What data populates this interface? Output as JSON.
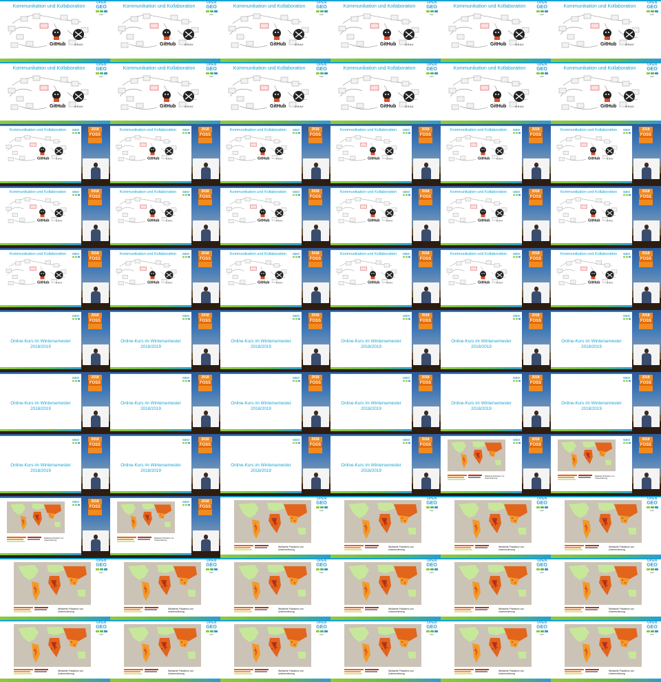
{
  "title_collab": "Kommunikation und Kollaboration",
  "title_online_line1": "Online-Kurs im Wintersemester",
  "title_online_line2": "2018/2019",
  "logo": {
    "open": "OPEN",
    "geo": "GEO",
    "sub": "Hub"
  },
  "foss": {
    "year": "2018",
    "word": "FOSS"
  },
  "github_label": "GitHub",
  "grav_label": "GRAV",
  "map_caption": "Weltweite Prävalenz von Unterernährung",
  "tile_sequence": [
    "slide-collab",
    "slide-collab",
    "slide-collab",
    "slide-collab",
    "slide-collab",
    "slide-collab",
    "slide-collab",
    "slide-collab",
    "slide-collab",
    "slide-collab",
    "slide-collab",
    "slide-collab",
    "video-collab",
    "video-collab",
    "video-collab",
    "video-collab",
    "video-collab",
    "video-collab",
    "video-collab",
    "video-collab",
    "video-collab",
    "video-collab",
    "video-collab",
    "video-collab",
    "video-collab",
    "video-collab",
    "video-collab",
    "video-collab",
    "video-collab",
    "video-collab",
    "video-online",
    "video-online",
    "video-online",
    "video-online",
    "video-online",
    "video-online",
    "video-online",
    "video-online",
    "video-online",
    "video-online",
    "video-online",
    "video-online",
    "video-online",
    "video-online",
    "video-online",
    "video-online",
    "video-map",
    "video-map",
    "video-map",
    "video-map",
    "slide-map",
    "slide-map",
    "slide-map",
    "slide-map",
    "slide-map",
    "slide-map",
    "slide-map",
    "slide-map",
    "slide-map",
    "slide-map",
    "slide-map",
    "slide-map",
    "slide-map",
    "slide-map",
    "slide-map",
    "slide-map"
  ],
  "colors": {
    "accent": "#12a3d6",
    "foss_orange": "#f28a1e",
    "map_high": "#e3641b",
    "map_mid": "#f39a2b",
    "map_low": "#c7e89a"
  }
}
